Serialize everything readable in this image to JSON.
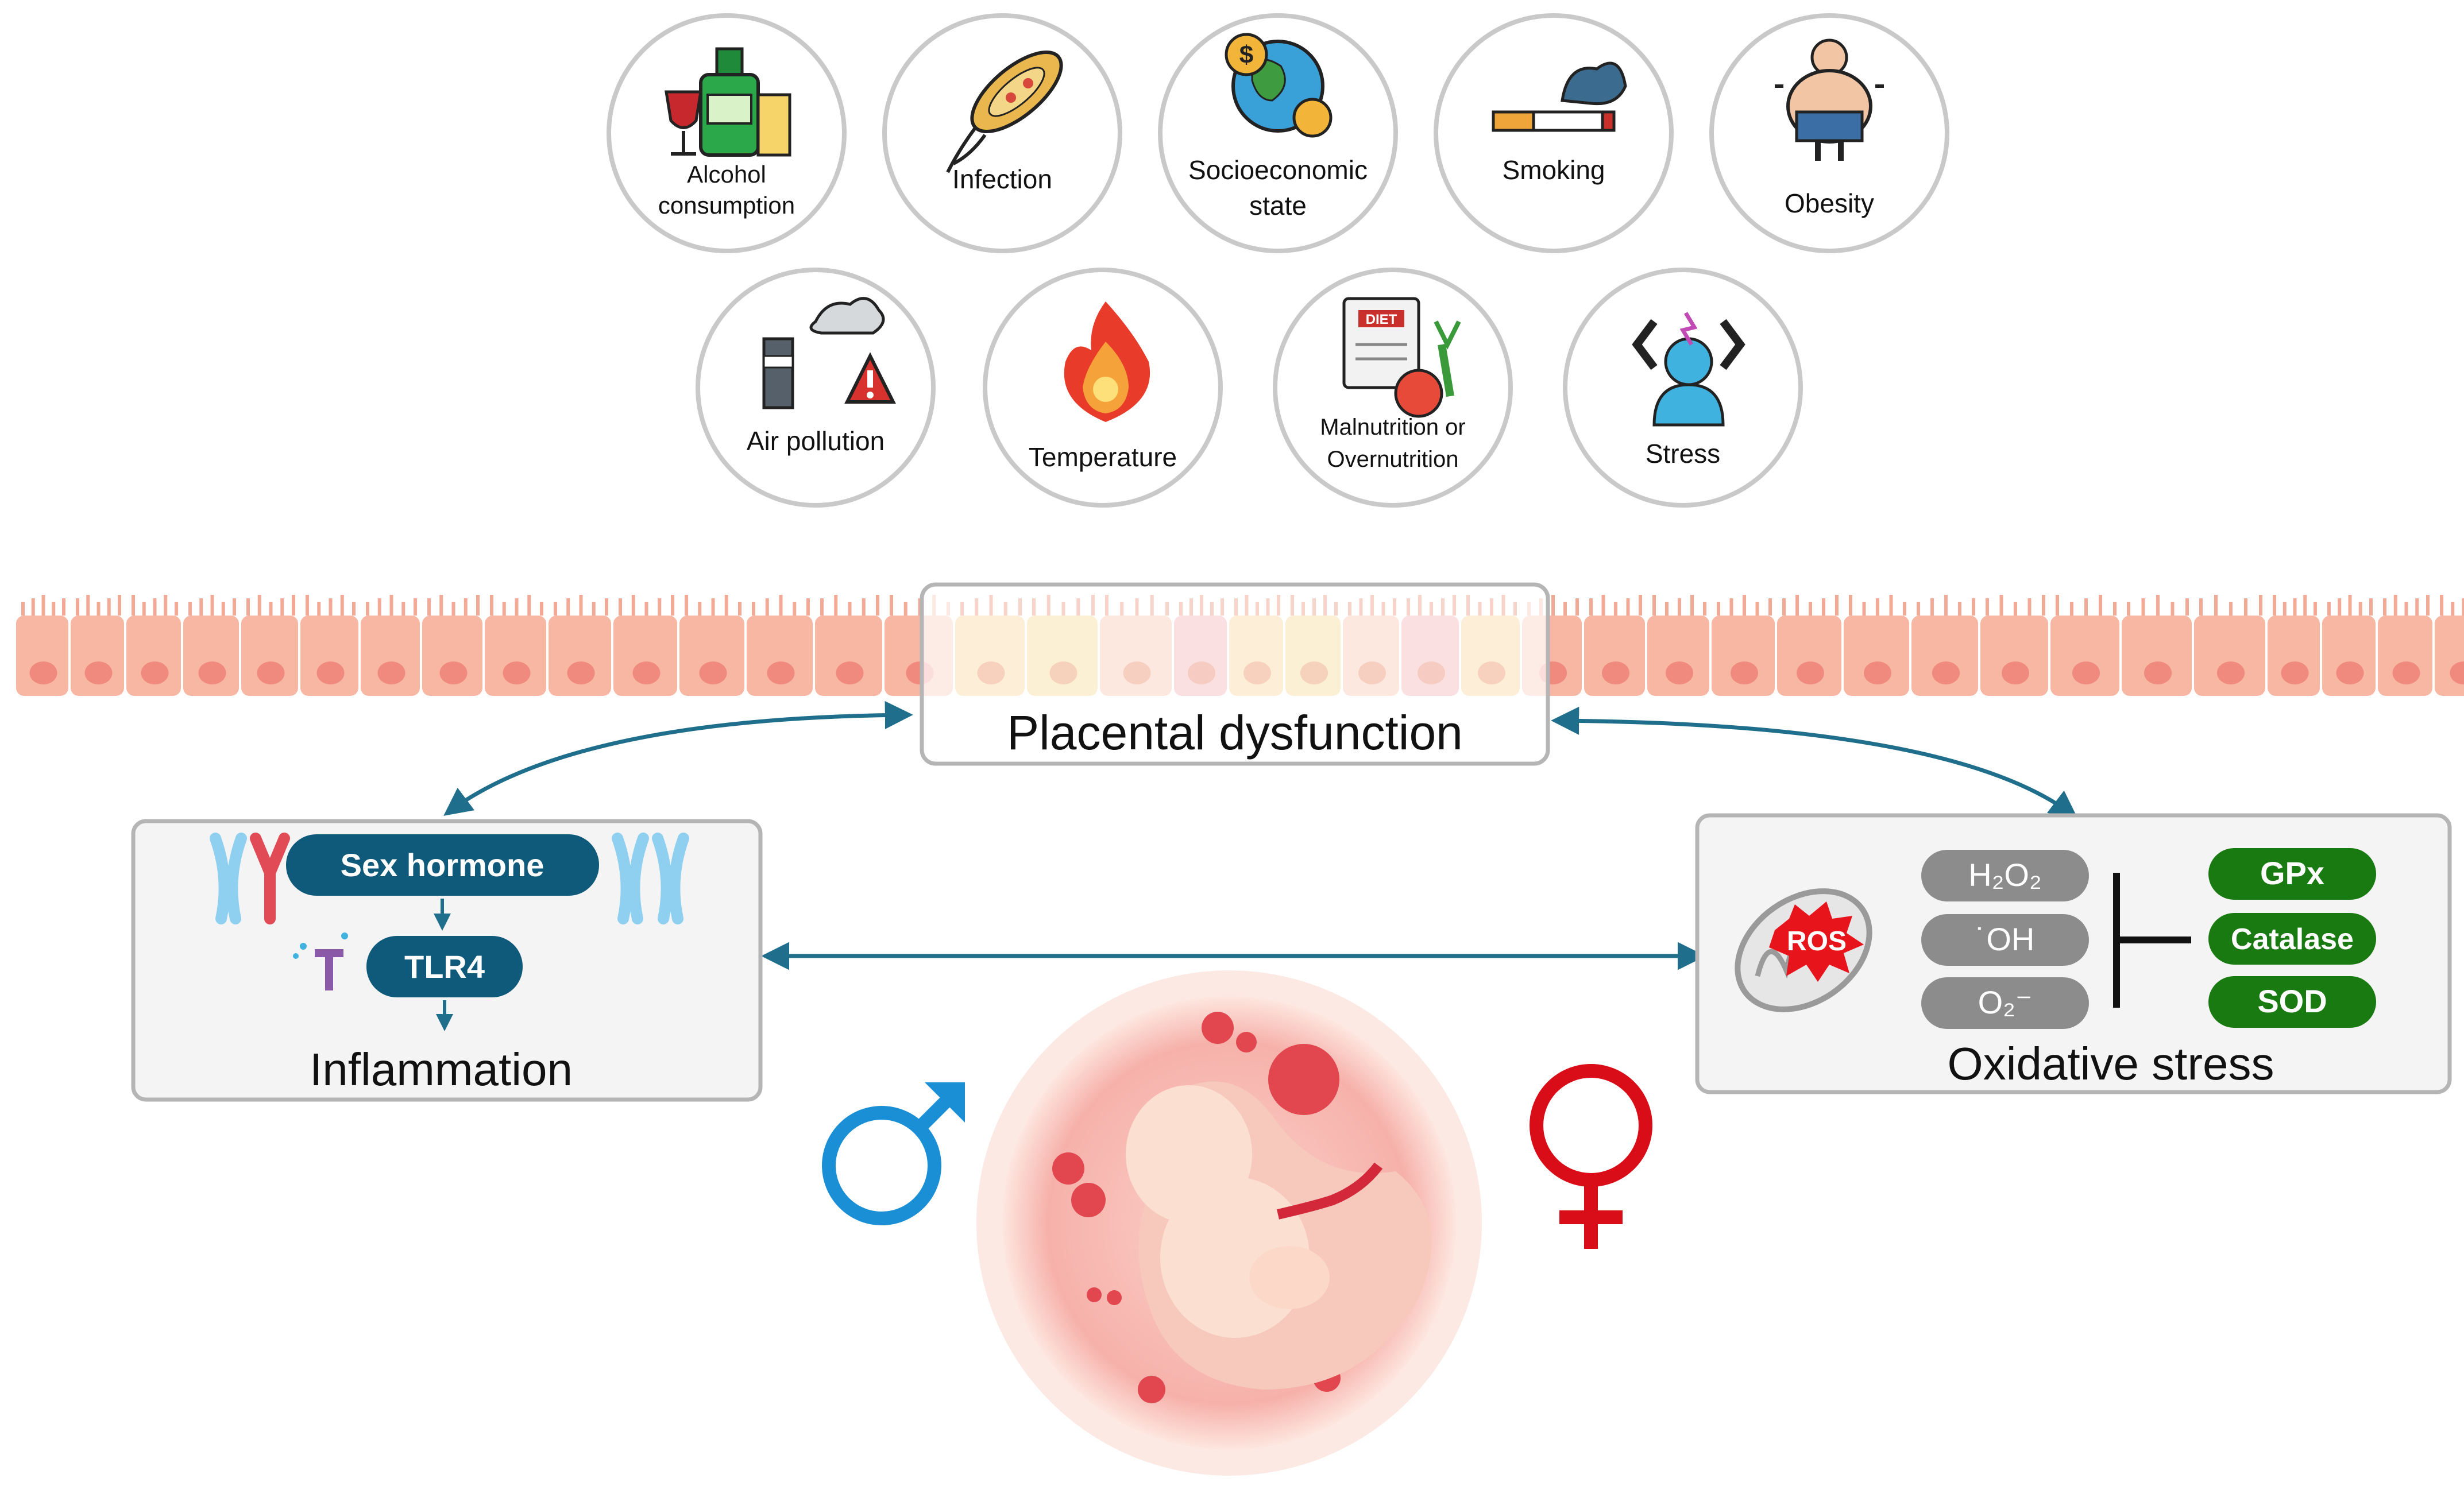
{
  "factors_row1": [
    {
      "line1": "Alcohol",
      "line2": "consumption",
      "icon": "alcohol-icon"
    },
    {
      "line1": "Infection",
      "line2": "",
      "icon": "bacteria-icon"
    },
    {
      "line1": "Socioeconomic",
      "line2": "state",
      "icon": "globe-money-icon"
    },
    {
      "line1": "Smoking",
      "line2": "",
      "icon": "cigarette-icon"
    },
    {
      "line1": "Obesity",
      "line2": "",
      "icon": "obesity-icon"
    }
  ],
  "factors_row2": [
    {
      "line1": "Air pollution",
      "line2": "",
      "icon": "factory-icon"
    },
    {
      "line1": "Temperature",
      "line2": "",
      "icon": "flame-icon"
    },
    {
      "line1": "Malnutrition or",
      "line2": "Overnutrition",
      "icon": "diet-icon"
    },
    {
      "line1": "Stress",
      "line2": "",
      "icon": "stress-icon"
    }
  ],
  "placenta": {
    "label": "Placental dysfunction"
  },
  "inflammation": {
    "title": "Inflammation",
    "sex_hormone": "Sex hormone",
    "tlr4": "TLR4"
  },
  "oxidative": {
    "title": "Oxidative stress",
    "ros": "ROS",
    "radicals": [
      "H₂O₂",
      "˙OH",
      "O₂⁻"
    ],
    "antioxidants": [
      "GPx",
      "Catalase",
      "SOD"
    ]
  },
  "colors": {
    "arrow": "#1f6e8c",
    "pill_blue": "#0f5a7a",
    "pill_grey": "#8c8c8c",
    "pill_green": "#1a7a12",
    "male": "#1a8fd6",
    "female": "#d80d17",
    "tissue": "#f7b7a3"
  }
}
